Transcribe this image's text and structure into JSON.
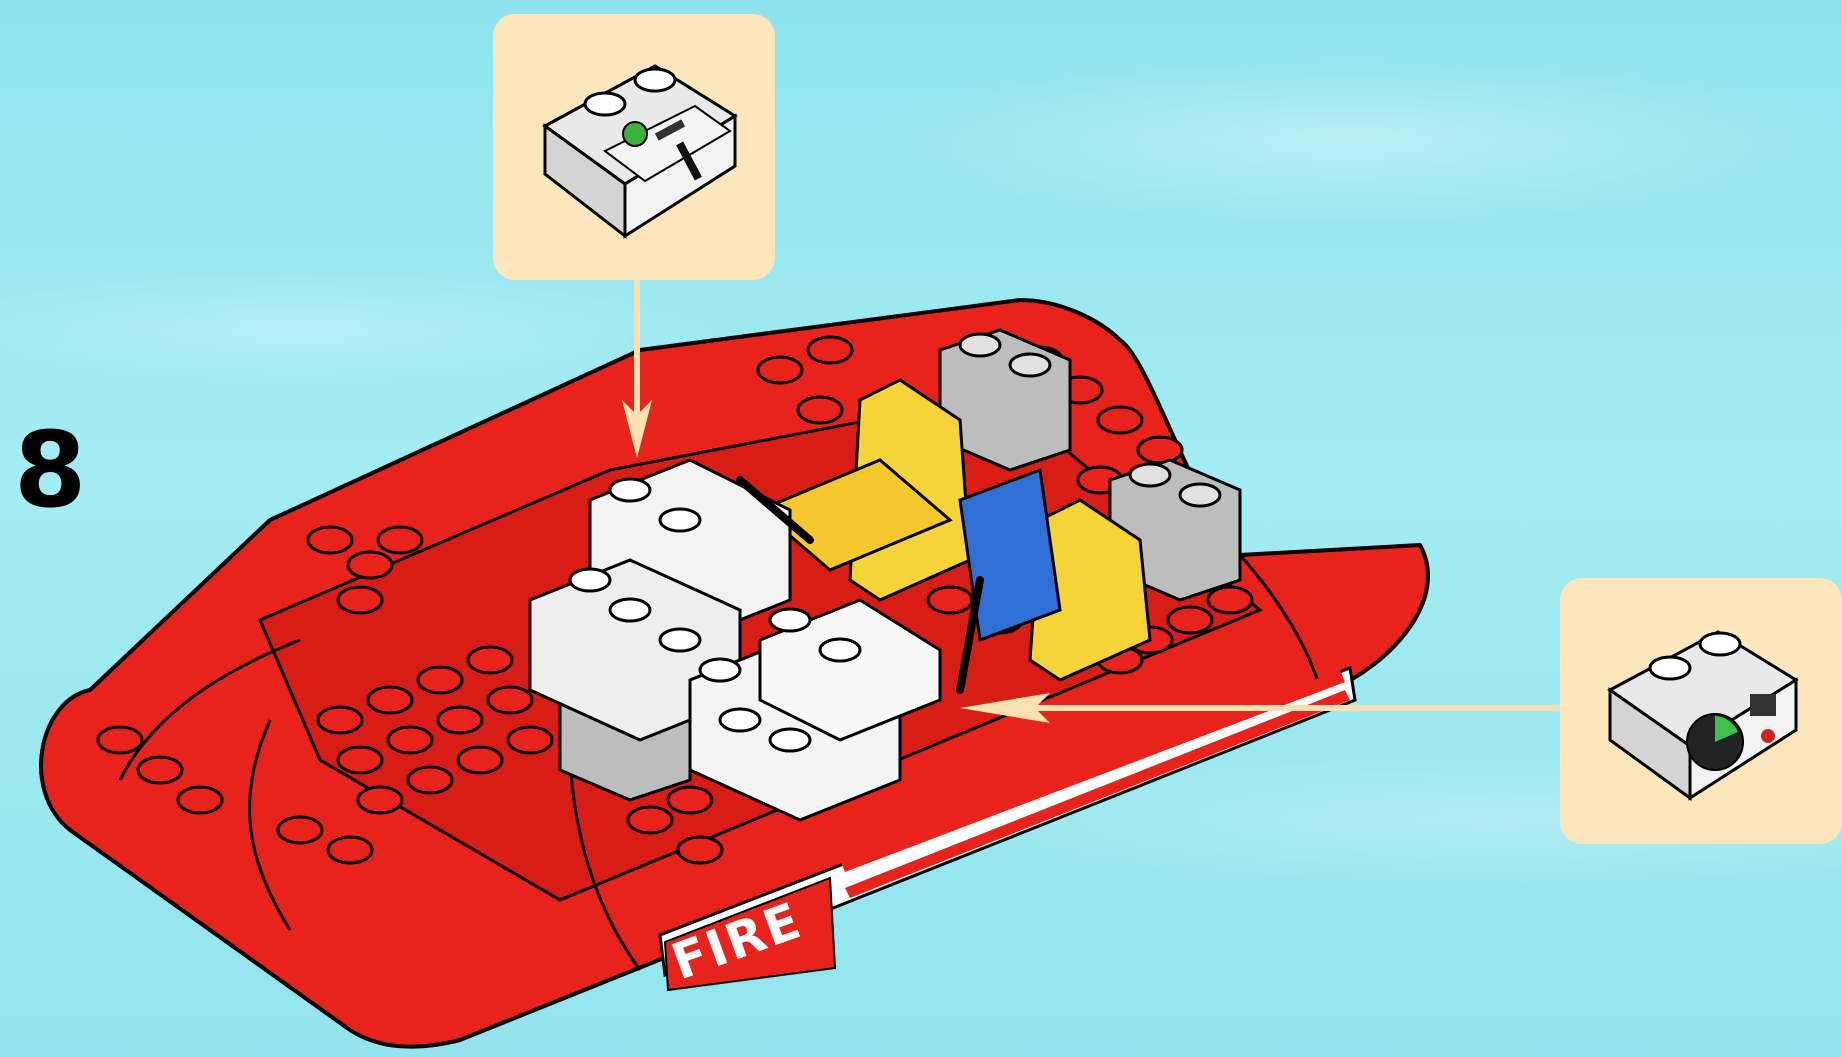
{
  "step": {
    "number": "8"
  },
  "boat": {
    "brand_text": "FIRE",
    "hull_color": "#e8231c",
    "seat_color": "#f7d33a",
    "panel_color": "#2f6fd6"
  },
  "callouts": [
    {
      "name": "console-slope-brick",
      "background": "#fbe7bb"
    },
    {
      "name": "radar-slope-brick",
      "background": "#fbe7bb"
    }
  ],
  "arrow_color": "#fbe0b2"
}
